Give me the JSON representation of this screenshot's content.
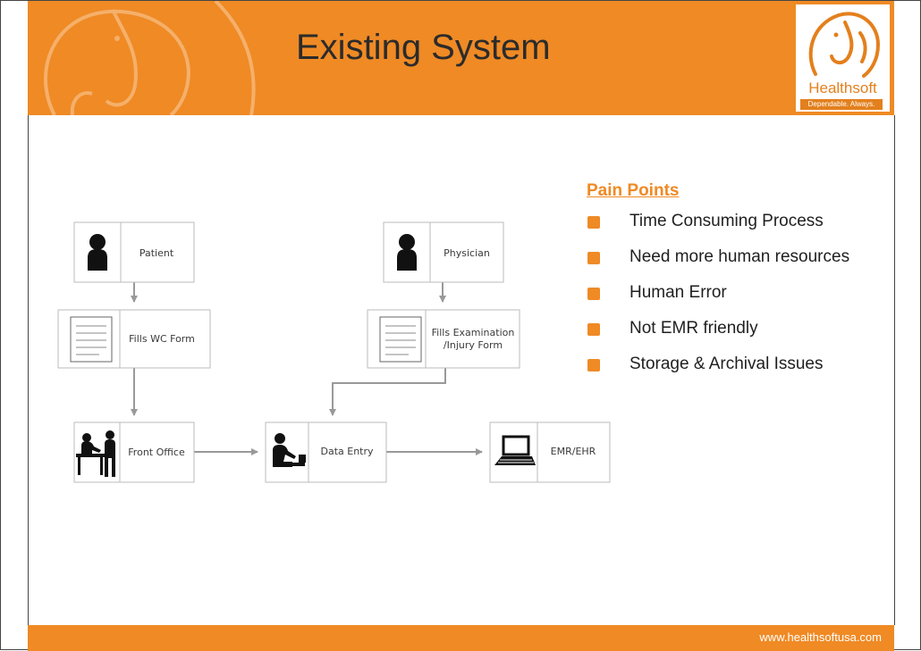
{
  "header": {
    "title": "Existing System",
    "logo_name": "Healthsoft",
    "logo_tagline": "Dependable. Always."
  },
  "colors": {
    "accent": "#EF8A25",
    "line": "#999999"
  },
  "diagram": {
    "nodes": {
      "patient": "Patient",
      "fills_wc_form": "Fills WC Form",
      "front_office": "Front Office",
      "physician": "Physician",
      "fills_exam_line1": "Fills Examination",
      "fills_exam_line2": "/Injury Form",
      "data_entry": "Data Entry",
      "emr_ehr": "EMR/EHR"
    },
    "icons": {
      "patient": "person-icon",
      "fills_wc_form": "document-icon",
      "front_office": "reception-desk-icon",
      "physician": "person-icon",
      "fills_exam": "document-icon",
      "data_entry": "typist-icon",
      "emr_ehr": "laptop-icon"
    },
    "edges": [
      [
        "Patient",
        "Fills WC Form"
      ],
      [
        "Fills WC Form",
        "Front Office"
      ],
      [
        "Front Office",
        "Data Entry"
      ],
      [
        "Physician",
        "Fills Examination /Injury Form"
      ],
      [
        "Fills Examination /Injury Form",
        "Data Entry"
      ],
      [
        "Data Entry",
        "EMR/EHR"
      ]
    ]
  },
  "pain_points": {
    "title": "Pain Points",
    "items": [
      "Time Consuming Process",
      "Need more human resources",
      "Human Error",
      "Not EMR friendly",
      "Storage & Archival Issues"
    ]
  },
  "footer": {
    "url": "www.healthsoftusa.com"
  }
}
